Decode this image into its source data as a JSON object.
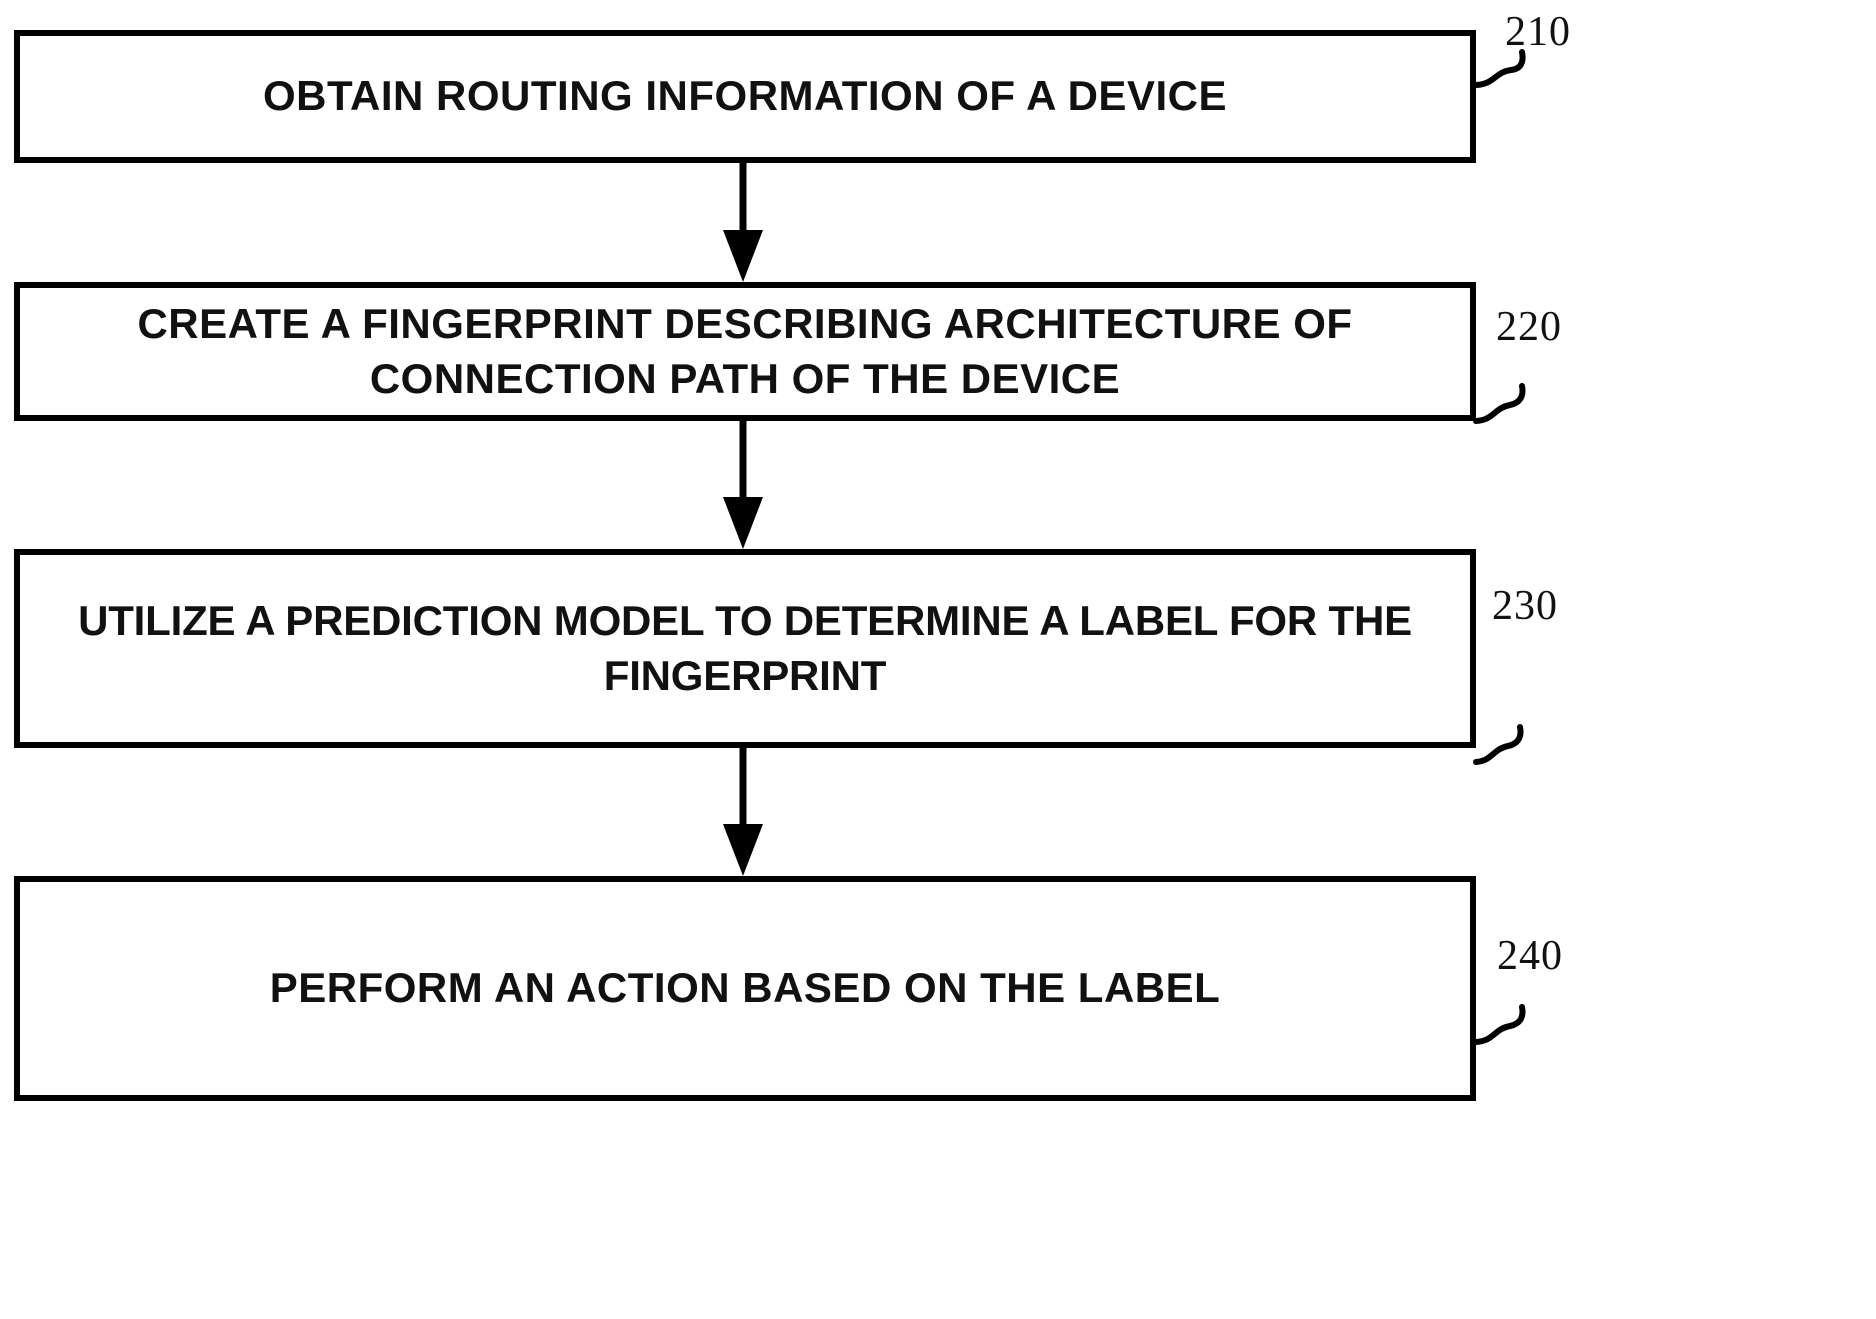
{
  "figure": {
    "type": "patent-flowchart",
    "orientation": "vertical",
    "background_color": "#ffffff",
    "line_color": "#000000"
  },
  "steps": [
    {
      "ref": "210",
      "name": "obtain-routing-information",
      "text": "OBTAIN ROUTING INFORMATION OF A DEVICE"
    },
    {
      "ref": "220",
      "name": "create-fingerprint",
      "text": "CREATE A FINGERPRINT DESCRIBING ARCHITECTURE OF\nCONNECTION PATH OF THE DEVICE"
    },
    {
      "ref": "230",
      "name": "utilize-prediction-model",
      "text": "UTILIZE A PREDICTION MODEL TO DETERMINE A LABEL FOR THE\nFINGERPRINT"
    },
    {
      "ref": "240",
      "name": "perform-action",
      "text": "PERFORM AN ACTION BASED ON THE LABEL"
    }
  ],
  "connectors": [
    {
      "name": "arrow-210-to-220",
      "from": "210",
      "to": "220"
    },
    {
      "name": "arrow-220-to-230",
      "from": "220",
      "to": "230"
    },
    {
      "name": "arrow-230-to-240",
      "from": "230",
      "to": "240"
    }
  ]
}
